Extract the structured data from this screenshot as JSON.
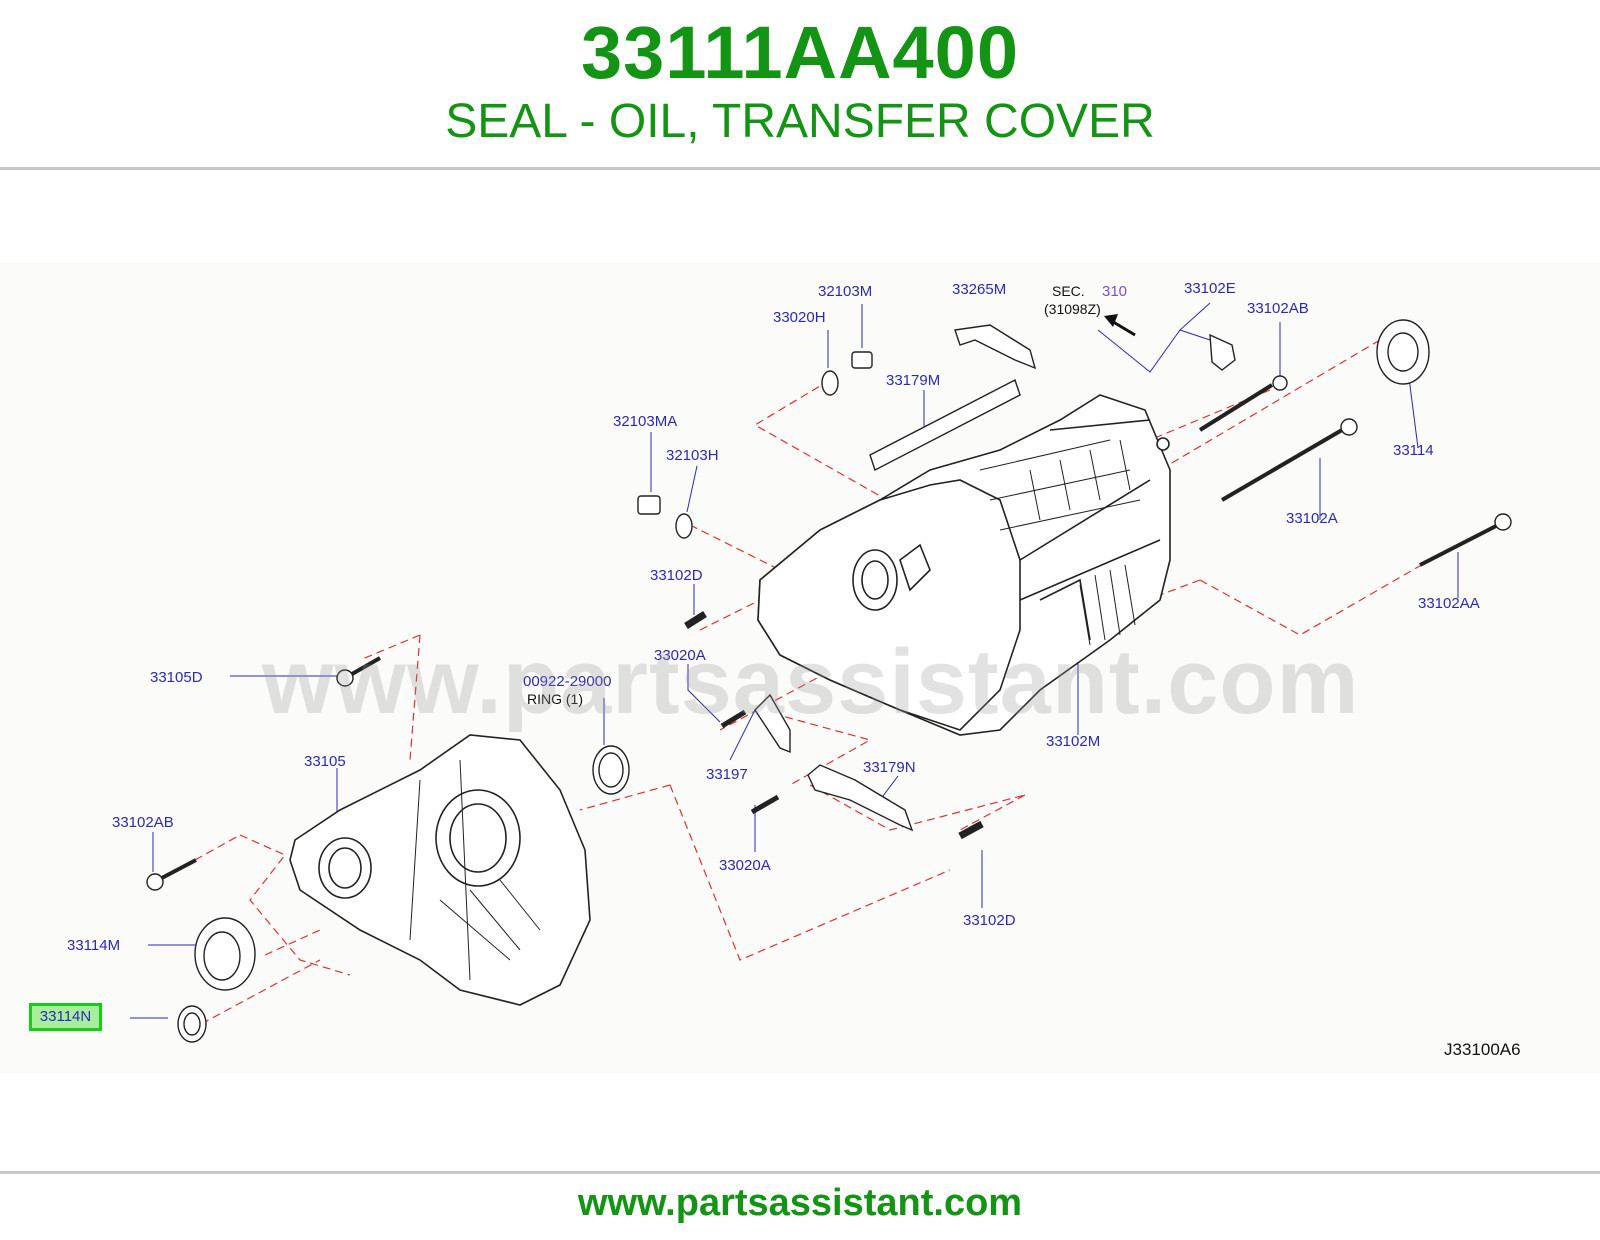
{
  "header": {
    "part_number": "33111AA400",
    "part_name": "SEAL - OIL, TRANSFER COVER"
  },
  "diagram": {
    "callouts": {
      "c_32103M": "32103M",
      "c_33265M": "33265M",
      "c_33102E": "33102E",
      "c_33020H": "33020H",
      "c_33102AB_top": "33102AB",
      "c_33179M": "33179M",
      "c_32103MA": "32103MA",
      "c_32103H": "32103H",
      "c_33114": "33114",
      "c_33102A": "33102A",
      "c_33102D_mid": "33102D",
      "c_33102AA": "33102AA",
      "c_33105D": "33105D",
      "c_00922": "00922-29000",
      "c_33020A_mid": "33020A",
      "c_33105": "33105",
      "c_33197": "33197",
      "c_33179N": "33179N",
      "c_33102M": "33102M",
      "c_33102AB_left": "33102AB",
      "c_33020A_low": "33020A",
      "c_33114M": "33114M",
      "c_33102D_low": "33102D"
    },
    "ring_note": "RING (1)",
    "sec_label": "SEC.",
    "sec_number": "310",
    "sec_ref": "(31098Z)",
    "highlighted_part": "33114N",
    "diagram_code": "J33100A6",
    "watermark": "www.partsassistant.com"
  },
  "footer": {
    "url": "www.partsassistant.com"
  },
  "colors": {
    "brand_green": "#149414",
    "callout_blue": "#2a2ab8",
    "highlight_fill": "#a9ee9d",
    "highlight_border": "#12d012",
    "leader_red": "#e03030"
  }
}
